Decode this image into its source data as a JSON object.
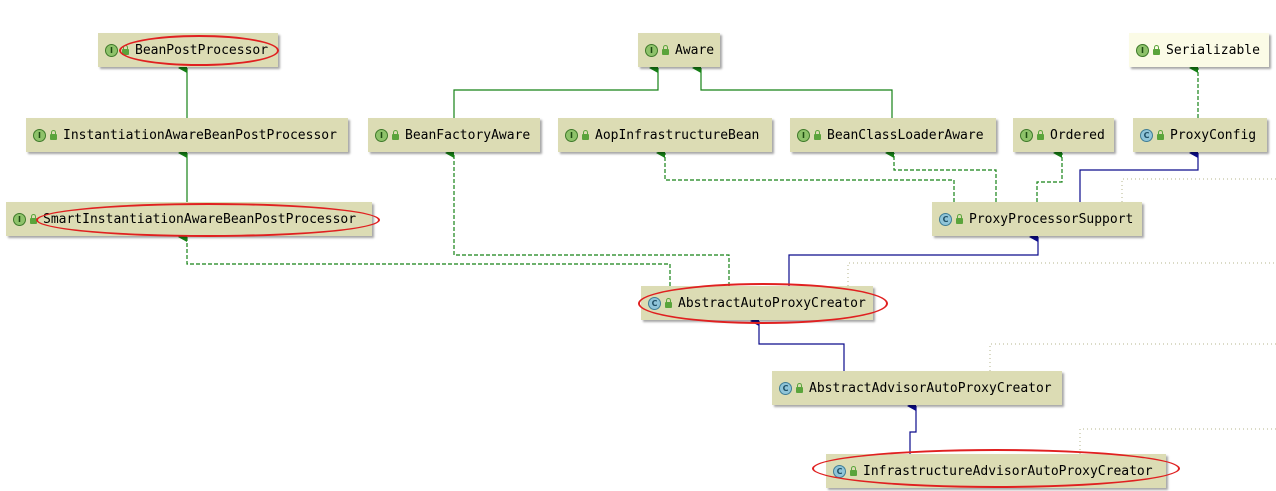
{
  "nodes": {
    "bean_post_processor": {
      "label": "BeanPostProcessor",
      "kind": "I"
    },
    "aware": {
      "label": "Aware",
      "kind": "I"
    },
    "serializable": {
      "label": "Serializable",
      "kind": "I"
    },
    "instantiation_aware": {
      "label": "InstantiationAwareBeanPostProcessor",
      "kind": "I"
    },
    "bean_factory_aware": {
      "label": "BeanFactoryAware",
      "kind": "I"
    },
    "aop_infrastructure_bean": {
      "label": "AopInfrastructureBean",
      "kind": "I"
    },
    "bean_class_loader_aware": {
      "label": "BeanClassLoaderAware",
      "kind": "I"
    },
    "ordered": {
      "label": "Ordered",
      "kind": "I"
    },
    "proxy_config": {
      "label": "ProxyConfig",
      "kind": "C"
    },
    "smart_instantiation_aware": {
      "label": "SmartInstantiationAwareBeanPostProcessor",
      "kind": "I"
    },
    "proxy_processor_support": {
      "label": "ProxyProcessorSupport",
      "kind": "C"
    },
    "abstract_auto_proxy_creator": {
      "label": "AbstractAutoProxyCreator",
      "kind": "C"
    },
    "abstract_advisor_auto_proxy_creator": {
      "label": "AbstractAdvisorAutoProxyCreator",
      "kind": "C"
    },
    "infrastructure_advisor_auto_proxy_creator": {
      "label": "InfrastructureAdvisorAutoProxyCreator",
      "kind": "C"
    }
  },
  "colors": {
    "node_fill": "#dcdcb4",
    "interface_edge": "#168216",
    "class_edge": "#0c0c8c",
    "highlight": "#e02020"
  },
  "icons": {
    "interface": "interface-badge-icon",
    "class": "class-badge-icon",
    "access": "lock-icon"
  }
}
